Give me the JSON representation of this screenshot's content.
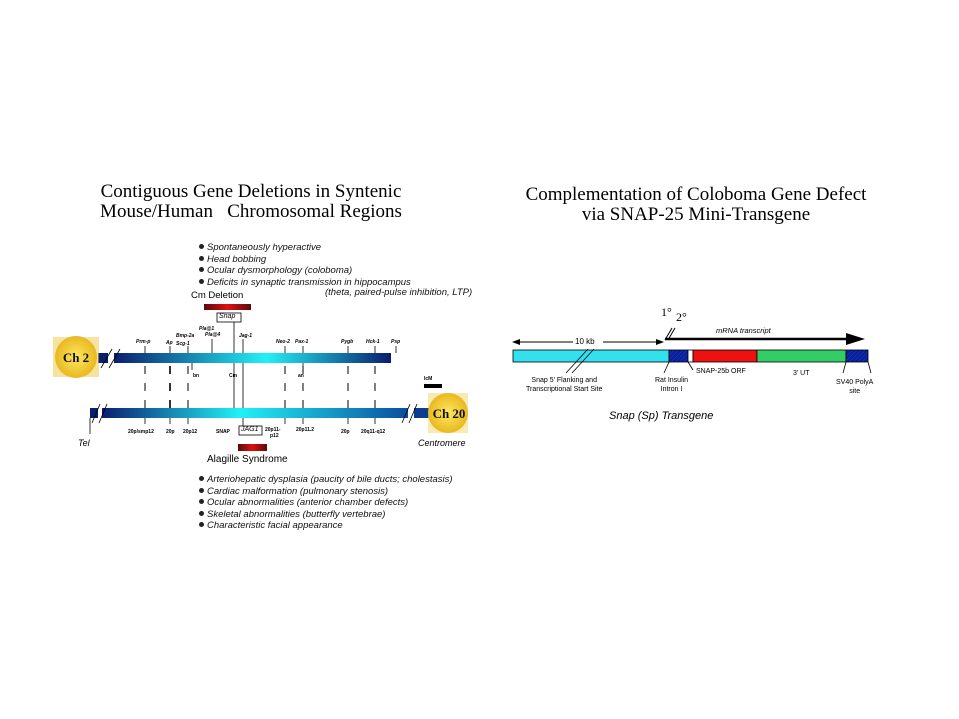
{
  "left_panel": {
    "title_line1": "Contiguous Gene Deletions in Syntenic",
    "title_line2": "Mouse/Human   Chromosomal Regions",
    "mouse_phenotypes": [
      "Spontaneously hyperactive",
      "Head bobbing",
      "Ocular dysmorphology (coloboma)",
      "Deficits in synaptic transmission in hippocampus"
    ],
    "mouse_phenotype_note": "(theta, paired-pulse inhibition, LTP)",
    "cm_deletion_label": "Cm Deletion",
    "snap_box_label": "Snap",
    "chr2_badge": "Ch 2",
    "chr20_badge": "Ch 20",
    "chr2_genes_top": [
      "Prm-p",
      "Ap",
      "Bmp-2a",
      "Scg-1",
      "Pla@1",
      "Pla@4",
      "Jag-1",
      "Neo-2",
      "Pax-1",
      "Pygb",
      "Hck-1",
      "Psp"
    ],
    "chr2_genes_bottom": [
      "bn",
      "Cm",
      "an"
    ],
    "icm_label": "IcM",
    "chr20_bands": [
      "20p/smp12",
      "20p",
      "20p12",
      "SNAP",
      "20p11-",
      "p12",
      "20p11.2",
      "20p",
      "20q11-q12"
    ],
    "jag1_box_label": "JAG1",
    "tel_label": "Tel",
    "centromere_label": "Centromere",
    "alagille_label": "Alagille Syndrome",
    "human_phenotypes": [
      "Arteriohepatic dysplasia (paucity of bile ducts; cholestasis)",
      "Cardiac malformation (pulmonary stenosis)",
      "Ocular abnormalities (anterior chamber defects)",
      "Skeletal abnormalities (butterfly vertebrae)",
      "Characteristic facial appearance"
    ]
  },
  "right_panel": {
    "title_line1": "Complementation of Coloboma Gene Defect",
    "title_line2": "via SNAP-25 Mini-Transgene",
    "promoter_labels": [
      "1°",
      "2°"
    ],
    "mrna_label": "mRNA transcript",
    "length_label": "10 kb",
    "segments": [
      {
        "name": "Snap 5' Flanking and Transcriptional Start Site",
        "label_line1": "Snap 5' Flanking and",
        "label_line2": "Transcriptional Start Site",
        "color": "#33e0ee"
      },
      {
        "name": "Rat Insulin Intron I",
        "label_line1": "Rat Insulin",
        "label_line2": "Intron I",
        "color": "#0a1f9a"
      },
      {
        "name": "SNAP-25b ORF",
        "label_line1": "SNAP-25b ORF",
        "color": "#ee1111"
      },
      {
        "name": "3' UT",
        "label_line1": "3' UT",
        "color": "#33cc66"
      },
      {
        "name": "SV40 PolyA site",
        "label_line1": "SV40 PolyA",
        "label_line2": "site",
        "color": "#0a1f9a"
      }
    ],
    "transgene_label": "Snap (Sp) Transgene"
  },
  "colors": {
    "deletion_bar": "#aa1111",
    "chrom_dark": "#0a1e6e",
    "chrom_light": "#22f0f6",
    "badge": "#f5d040"
  }
}
